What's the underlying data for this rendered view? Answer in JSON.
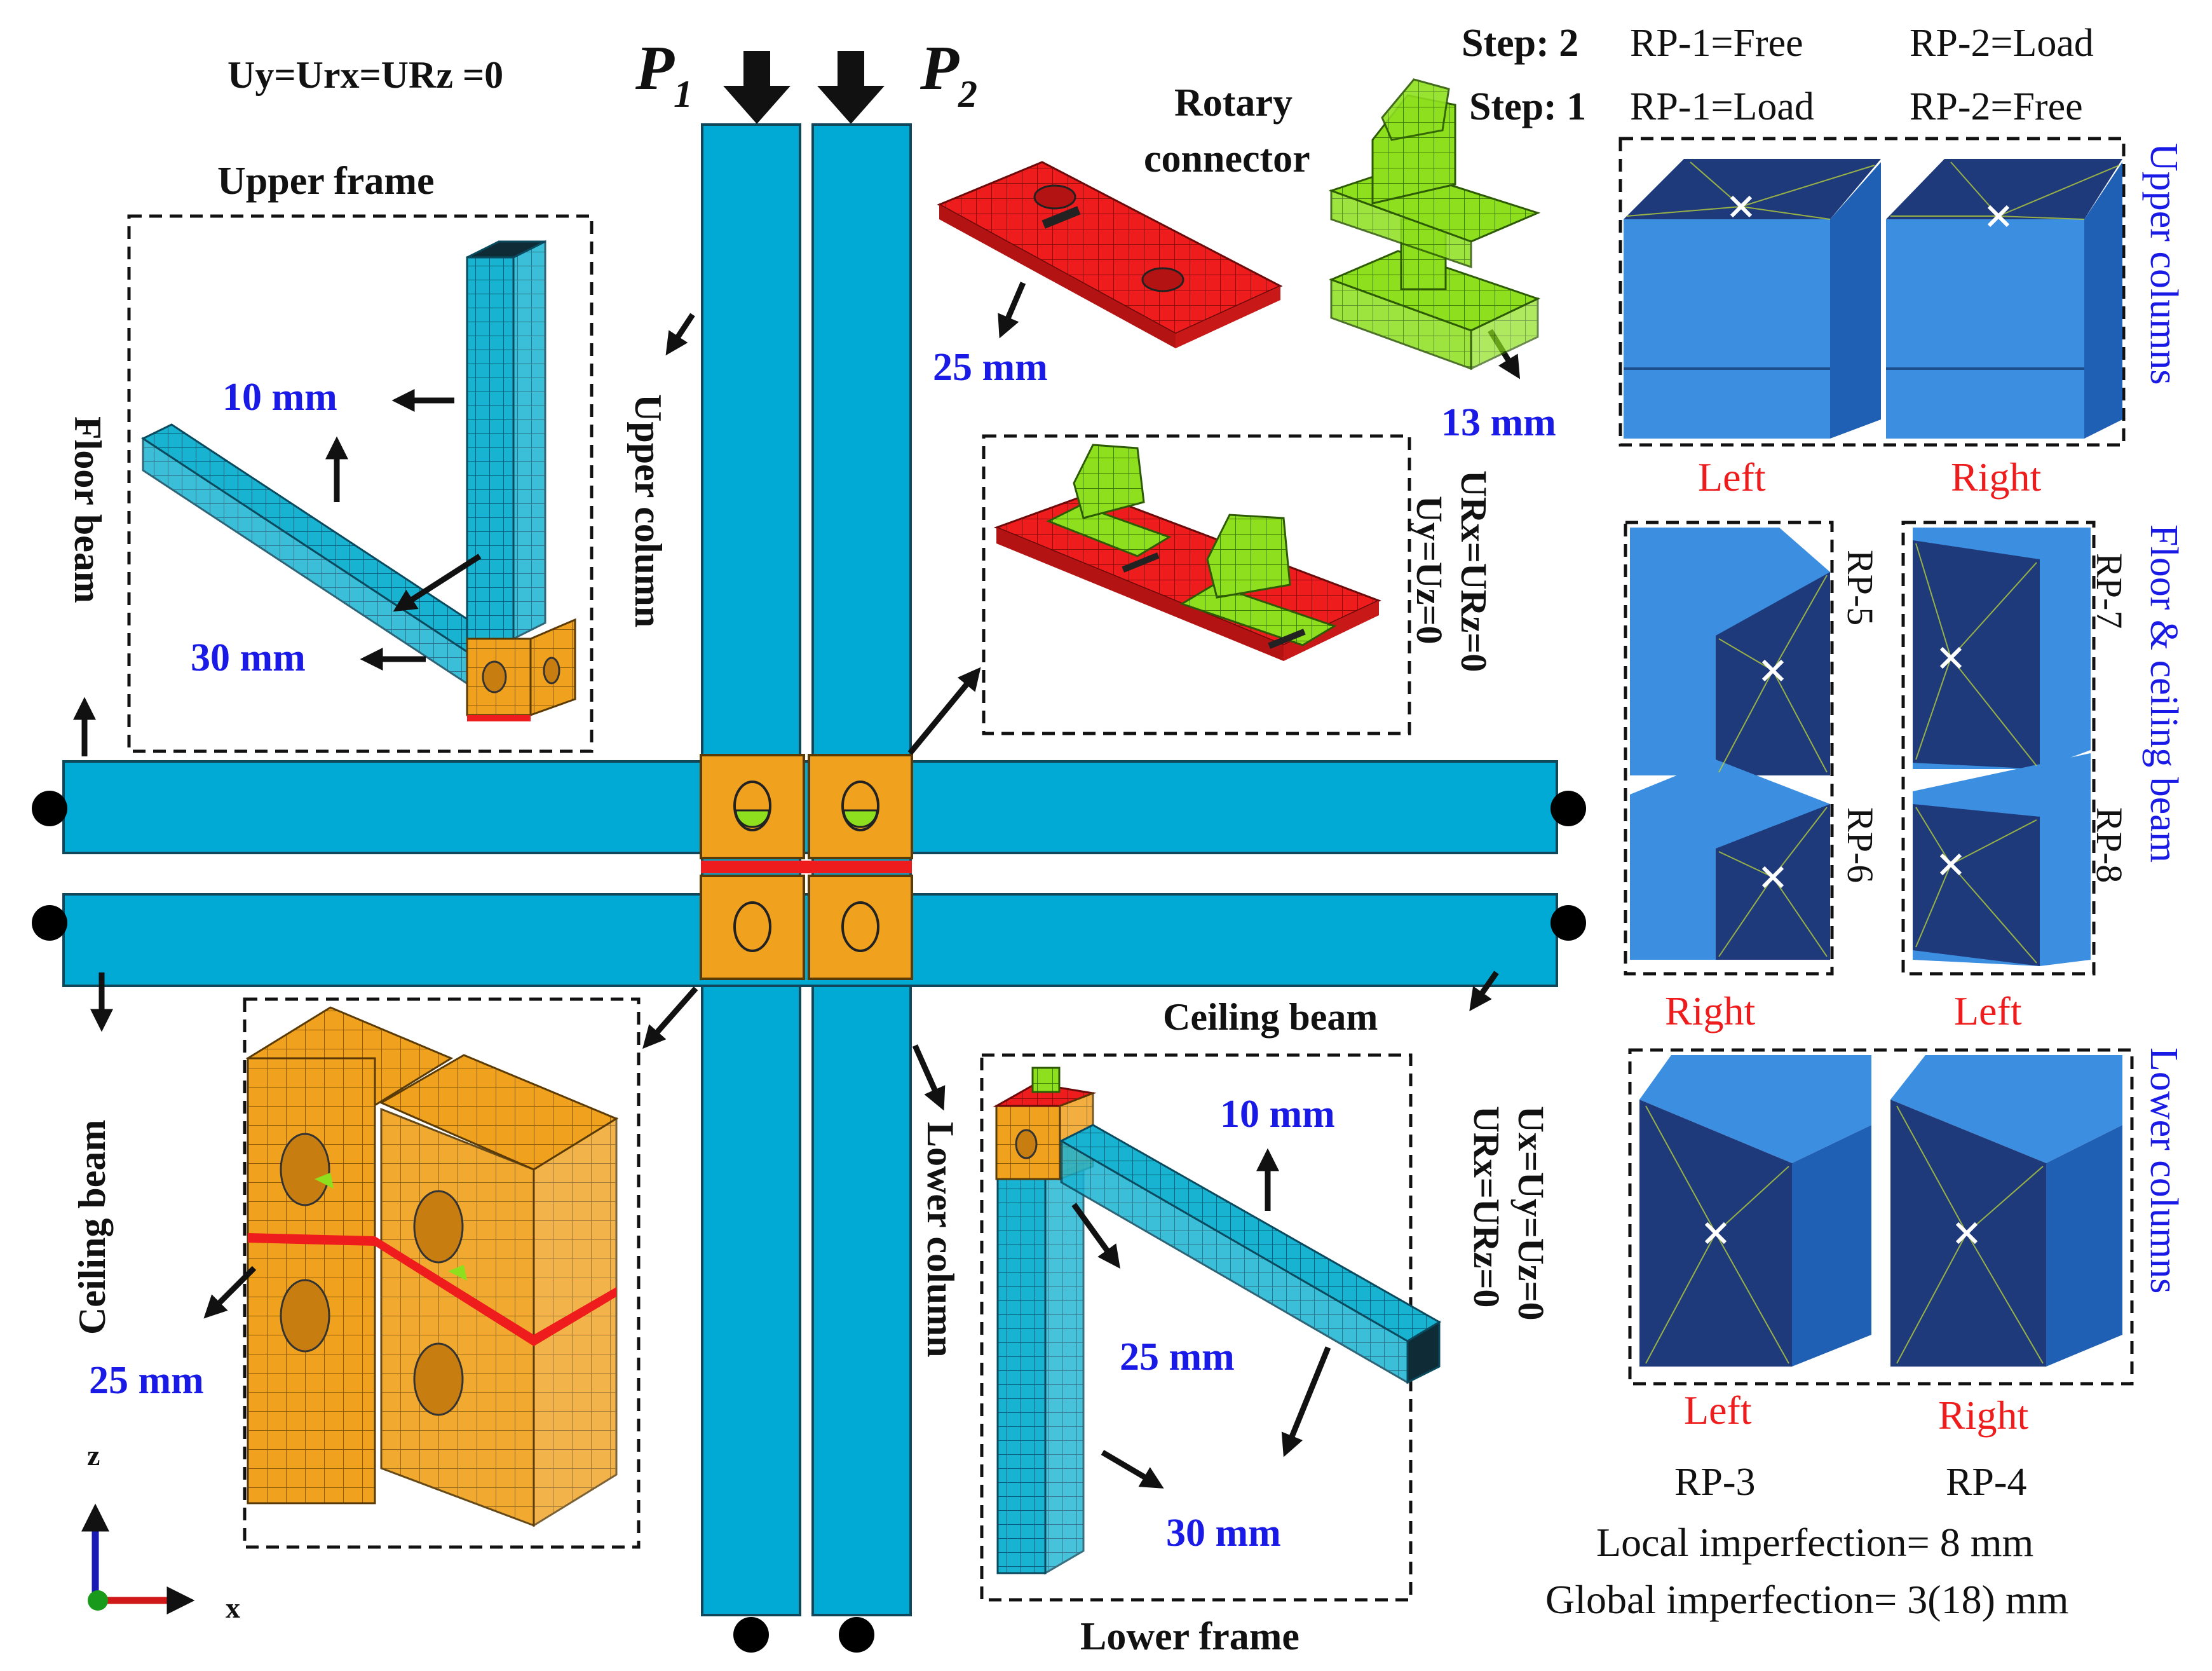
{
  "top_bc": "Uy=Urx=URz =0",
  "loads": {
    "p1_letter": "P",
    "p1_sub": "1",
    "p2_letter": "P",
    "p2_sub": "2"
  },
  "labels": {
    "upper_frame": "Upper frame",
    "floor_beam": "Floor beam",
    "upper_column": "Upper column",
    "rotary_connector_line1": "Rotary",
    "rotary_connector_line2": "connector",
    "ceiling_beam_right": "Ceiling beam",
    "ceiling_beam_left": "Ceiling beam",
    "lower_column": "Lower column",
    "lower_frame": "Lower frame",
    "bc_mid_line1": "Uy=Uz=0",
    "bc_mid_line2": "URx=URz=0",
    "bc_low_line1": "Ux=Uy=Uz=0",
    "bc_low_line2": "URx=URz=0"
  },
  "mesh_sizes": {
    "upper_frame_col": "10 mm",
    "upper_frame_beam": "30 mm",
    "plate": "25 mm",
    "rotary": "13 mm",
    "connector_block": "25 mm",
    "lower_frame_beam": "10 mm",
    "lower_frame_block": "25 mm",
    "lower_frame_col": "30 mm"
  },
  "steps": {
    "step2_label": "Step: 2",
    "step2_rp1": "RP-1=Free",
    "step2_rp2": "RP-2=Load",
    "step1_label": "Step: 1",
    "step1_rp1": "RP-1=Load",
    "step1_rp2": "RP-2=Free"
  },
  "side_labels": {
    "upper_columns": "Upper columns",
    "floor_ceiling_beam": "Floor & ceiling beam",
    "lower_columns": "Lower columns"
  },
  "panel_labels": {
    "upper_left": "Left",
    "upper_right": "Right",
    "mid_right": "Right",
    "mid_left": "Left",
    "lower_left": "Left",
    "lower_right": "Right"
  },
  "rp_labels": {
    "rp5": "RP-5",
    "rp6": "RP-6",
    "rp7": "RP-7",
    "rp8": "RP-8",
    "rp3": "RP-3",
    "rp4": "RP-4"
  },
  "imperfections": {
    "local": "Local imperfection= 8 mm",
    "global": "Global imperfection= 3(18) mm"
  },
  "axes": {
    "z": "z",
    "x": "x"
  },
  "colors": {
    "member_cyan": "#00aad4",
    "connector_orange": "#f0a21e",
    "plate_red": "#ee1c1c",
    "rotary_green": "#8ee01e",
    "rp_blue": "#2c7fdc",
    "mesh_size_text": "#1a1ae6",
    "left_right_text": "#ee1c1c",
    "side_label_text": "#1a1ae6"
  }
}
